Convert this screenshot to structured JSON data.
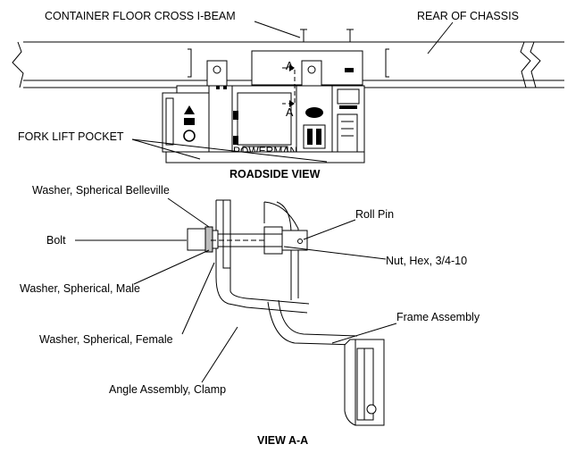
{
  "roadside": {
    "title": "ROADSIDE VIEW",
    "labels": {
      "cross_beam": "CONTAINER FLOOR CROSS I-BEAM",
      "rear": "REAR OF CHASSIS",
      "fork_pocket": "FORK LIFT POCKET",
      "section_top": "A",
      "section_bottom": "A",
      "brand": "POWERMAN"
    }
  },
  "view_aa": {
    "title": "VIEW A-A",
    "labels": {
      "belleville": "Washer, Spherical Belleville",
      "bolt": "Bolt",
      "male": "Washer, Spherical, Male",
      "female": "Washer, Spherical, Female",
      "angle": "Angle Assembly, Clamp",
      "roll_pin": "Roll Pin",
      "nut": "Nut, Hex, 3/4-10",
      "frame": "Frame Assembly"
    }
  }
}
